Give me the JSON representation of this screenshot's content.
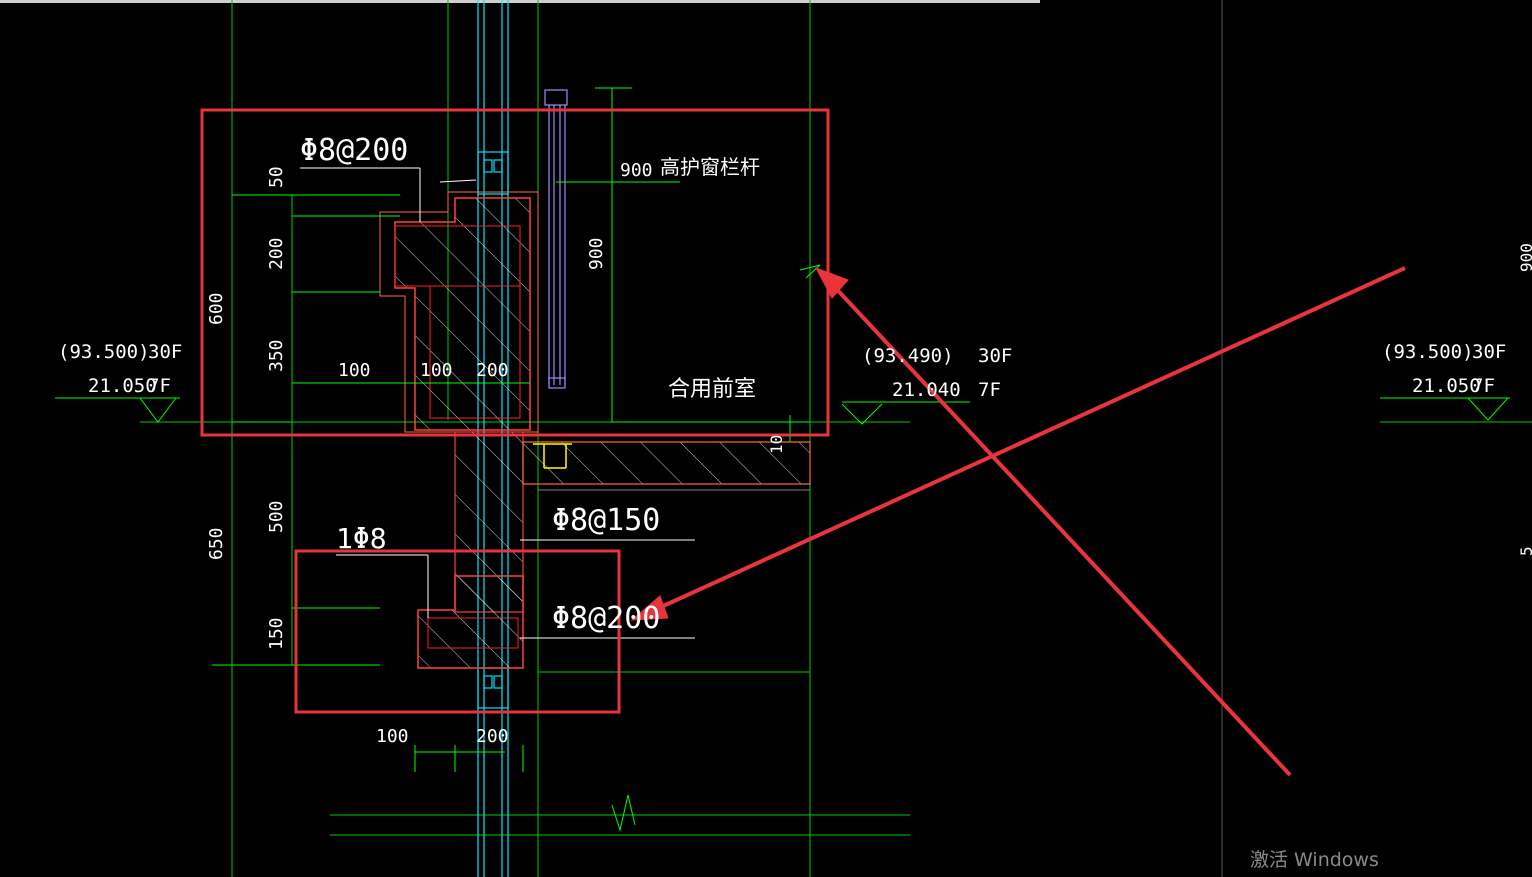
{
  "labels": {
    "rebar_top": "Φ8@200",
    "rebar_mid": "Φ8@150",
    "rebar_low": "Φ8@200",
    "rebar_single": "1Φ8",
    "railing_height": "900",
    "railing_label": "高护窗栏杆",
    "room_name": "合用前室",
    "dim_900_vertical": "900",
    "dim_50": "50",
    "dim_200_a": "200",
    "dim_350": "350",
    "dim_600": "600",
    "dim_500": "500",
    "dim_150": "150",
    "dim_650": "650",
    "dim_100_a": "100",
    "dim_100_b": "100",
    "dim_200_b": "200",
    "dim_100_c": "100",
    "dim_200_c": "200",
    "dim_10": "10",
    "dim_right_edge_a": "900",
    "dim_right_edge_b": "5"
  },
  "levels": {
    "left": {
      "top": "(93.500)",
      "top_floor": "30F",
      "bottom": "21.050",
      "bottom_floor": "7F"
    },
    "mid": {
      "top": "(93.490)",
      "top_floor": "30F",
      "bottom": "21.040",
      "bottom_floor": "7F"
    },
    "right": {
      "top": "(93.500)",
      "top_floor": "30F",
      "bottom": "21.050",
      "bottom_floor": "7F"
    }
  },
  "watermark": "激活 Windows",
  "colors": {
    "background": "#000000",
    "grid": "#00ff00",
    "dimension": "#00ff00",
    "outline": "#ff3b3b",
    "hatch": "#ffffff",
    "railing": "#9b8cff",
    "annotation_box": "#e8343a",
    "window": "#00e5ff"
  }
}
